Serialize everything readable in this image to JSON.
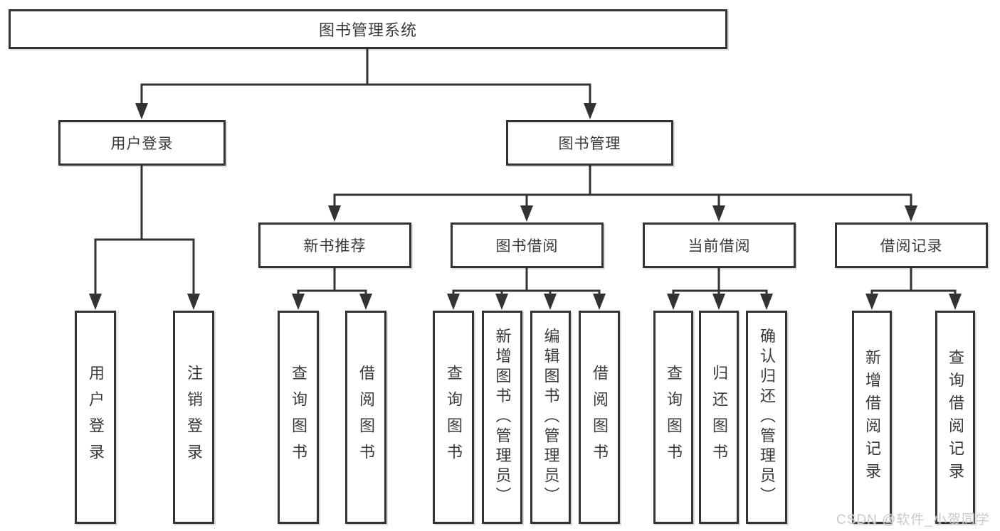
{
  "nodes": {
    "root": "图书管理系统",
    "login": {
      "label": "用户登录",
      "children": [
        "用户登录",
        "注销登录"
      ]
    },
    "manage": {
      "label": "图书管理",
      "sections": [
        {
          "label": "新书推荐",
          "children": [
            "查询图书",
            "借阅图书"
          ]
        },
        {
          "label": "图书借阅",
          "children": [
            "查询图书",
            "新增图书（管理员）",
            "编辑图书（管理员）",
            "借阅图书"
          ]
        },
        {
          "label": "当前借阅",
          "children": [
            "查询图书",
            "归还图书",
            "确认归还（管理员）"
          ]
        },
        {
          "label": "借阅记录",
          "children": [
            "新增借阅记录",
            "查询借阅记录"
          ]
        }
      ]
    }
  },
  "watermark": "CSDN @软件_小贺同学",
  "colors": {
    "line": "#333333",
    "text": "#3a3a3a",
    "box_border": "#333333",
    "box_background": "#ffffff",
    "watermark": "#cacaca",
    "page_background": "#ffffff"
  }
}
